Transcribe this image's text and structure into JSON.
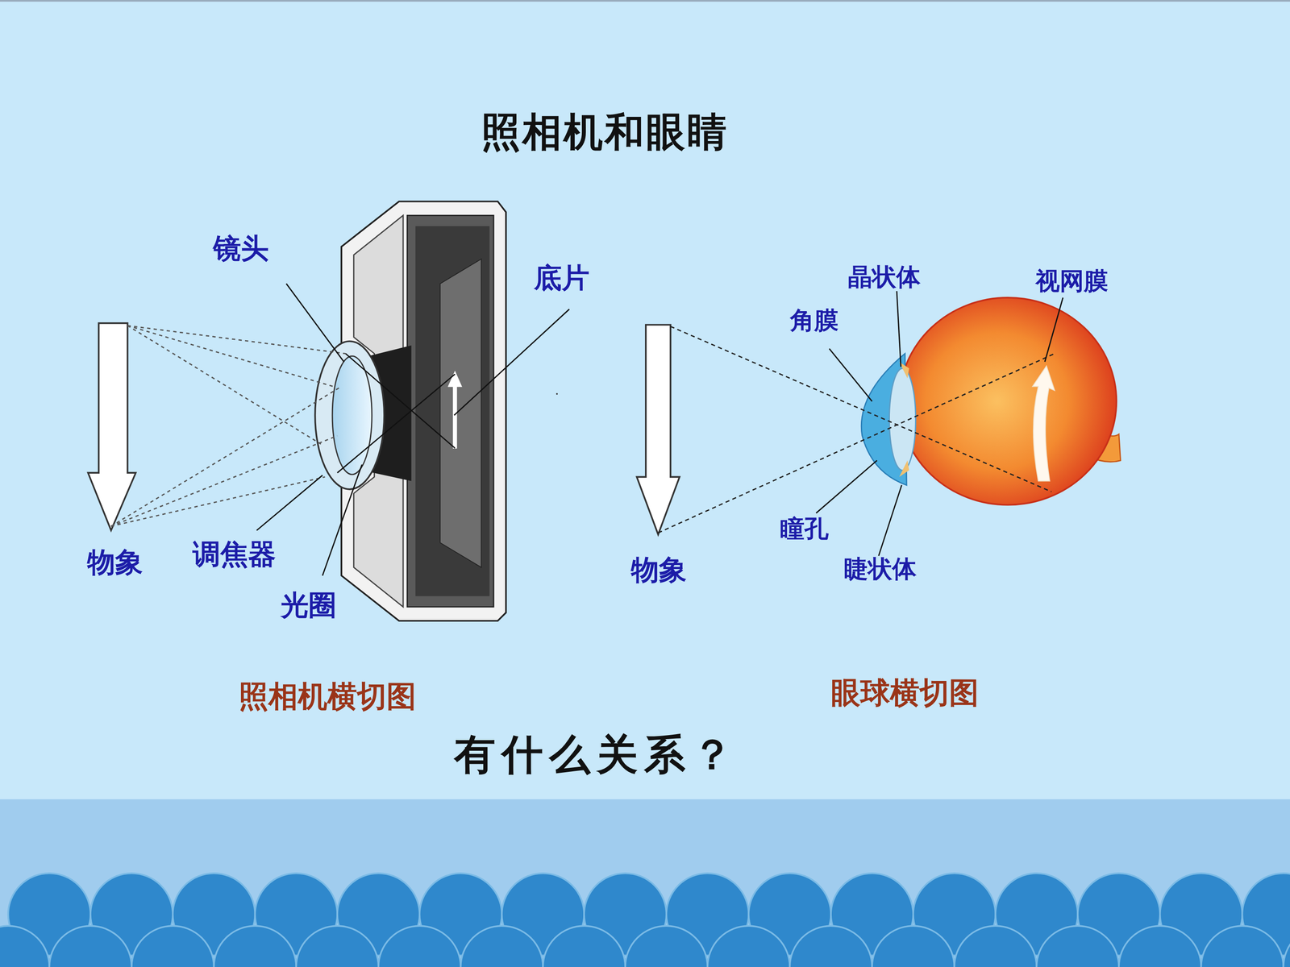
{
  "diagram": {
    "title": "照相机和眼睛",
    "labels": [
      "镜头",
      "底片",
      "物象",
      "调焦器",
      "光圈",
      "照相机横切图",
      "晶状体",
      "视网膜",
      "角膜",
      "瞳孔",
      "睫状体",
      "物象",
      "眼球横切图",
      "有什么关系？"
    ]
  }
}
